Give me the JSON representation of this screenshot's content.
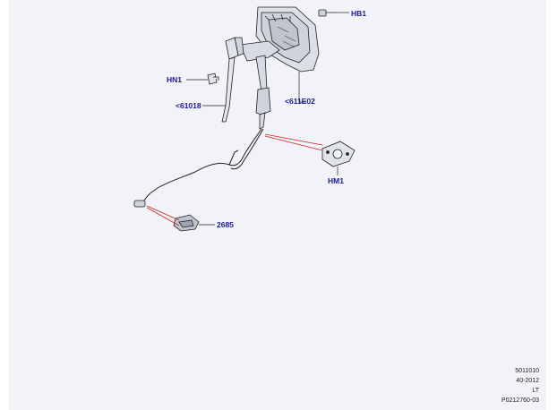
{
  "callouts": {
    "hb1": "HB1",
    "hn1": "HN1",
    "part_61018": "<61018",
    "part_611e02": "<611E02",
    "hm1": "HM1",
    "part_2685": "2685"
  },
  "footer": {
    "line1": "5011010",
    "line2": "40-2012",
    "line3": "LT",
    "line4": "P0212760-03"
  },
  "colors": {
    "background": "#f1f3f8",
    "callout_text": "#1a1a8c",
    "leader_red": "#cc2222",
    "drawing_line": "#222222"
  }
}
